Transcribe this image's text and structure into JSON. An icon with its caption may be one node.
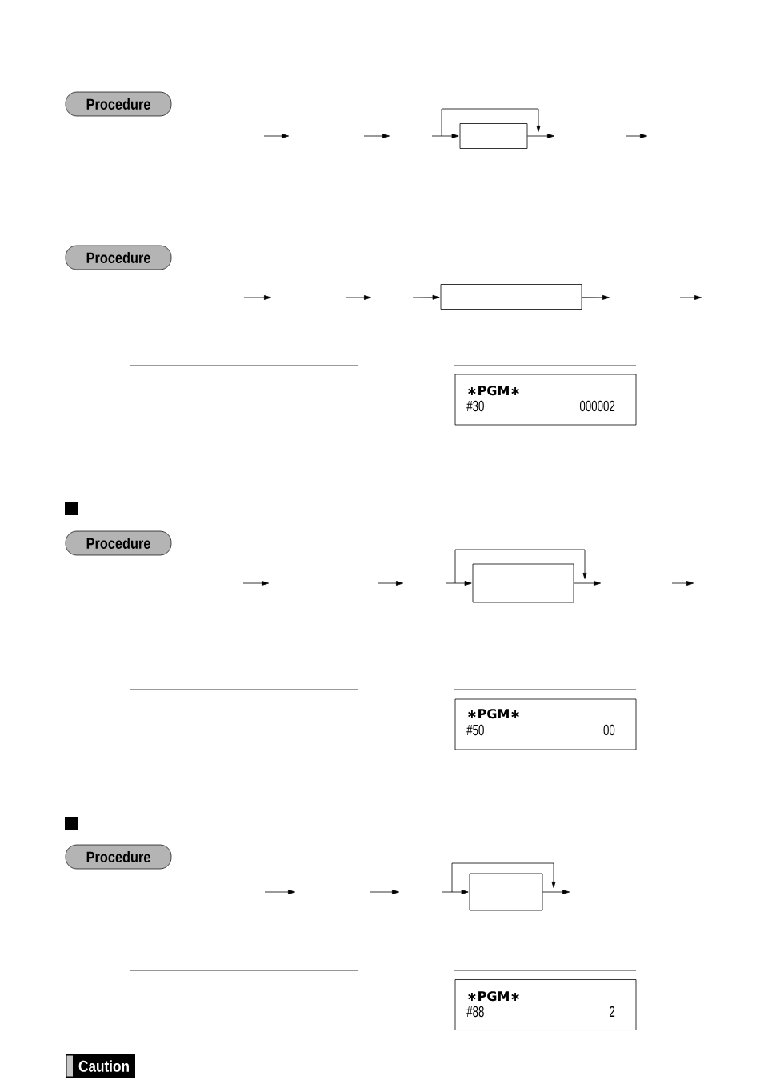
{
  "diagram": {
    "nodes": [
      {
        "text": [
          "Procedure"
        ]
      },
      {
        "text": [],
        "shape": "box"
      },
      {
        "text": [
          "Procedure"
        ]
      },
      {
        "text": [],
        "shape": "box"
      },
      {
        "text": [
          "∗PGM∗",
          "#30",
          "000002"
        ]
      },
      {
        "text": [
          "Procedure"
        ]
      },
      {
        "text": [],
        "shape": "box"
      },
      {
        "text": [
          "∗PGM∗",
          "#50",
          "00"
        ]
      },
      {
        "text": [
          "Procedure"
        ]
      },
      {
        "text": [],
        "shape": "box"
      },
      {
        "text": [
          "∗PGM∗",
          "#88",
          "2"
        ]
      },
      {
        "text": [
          "Caution"
        ]
      }
    ],
    "edges": [
      {
        "from": null,
        "to": 1,
        "arrow": "to"
      },
      {
        "from": 1,
        "to": null,
        "arrow": "to"
      },
      {
        "from": null,
        "to": 3,
        "arrow": "to"
      },
      {
        "from": 3,
        "to": null,
        "arrow": "to"
      },
      {
        "from": null,
        "to": 6,
        "arrow": "to"
      },
      {
        "from": 6,
        "to": null,
        "arrow": "to"
      },
      {
        "from": null,
        "to": 9,
        "arrow": "to"
      },
      {
        "from": 9,
        "to": null,
        "arrow": "to"
      }
    ]
  }
}
